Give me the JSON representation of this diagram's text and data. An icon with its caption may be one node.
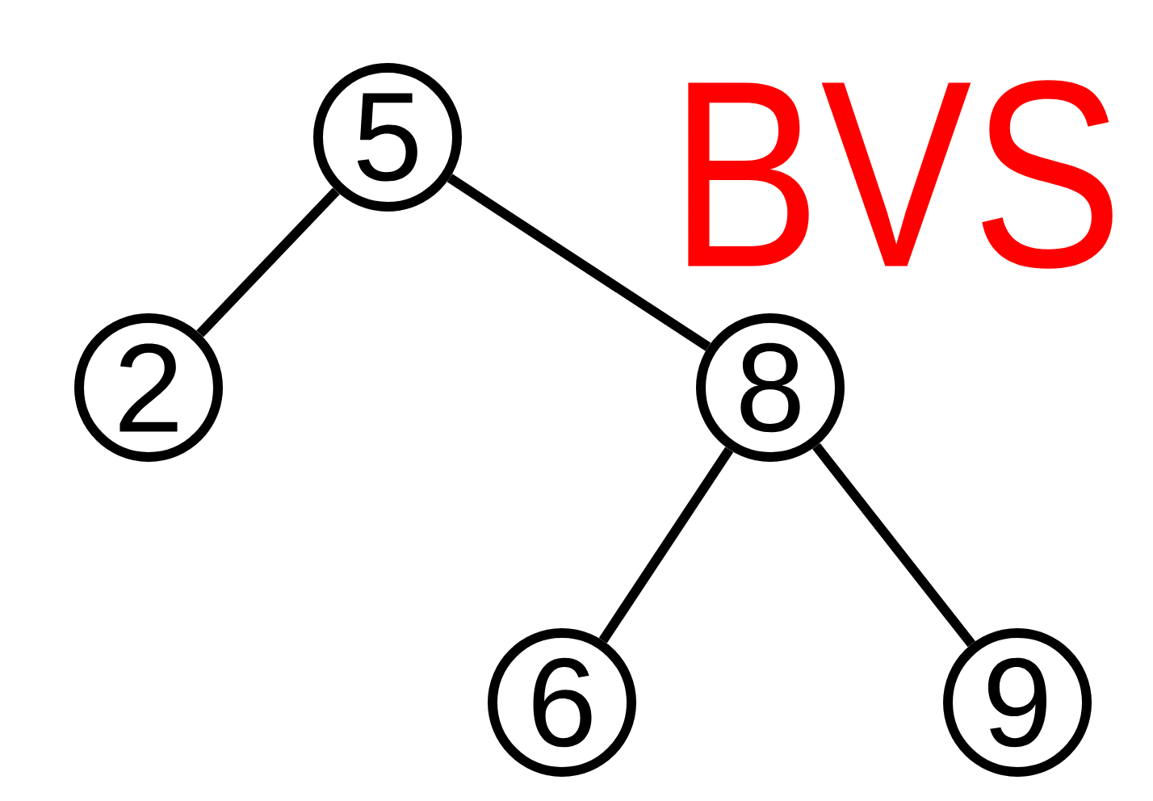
{
  "diagram": {
    "nodes": [
      {
        "text": [
          "5"
        ]
      },
      {
        "text": [
          "2"
        ]
      },
      {
        "text": [
          "8"
        ]
      },
      {
        "text": [
          "6"
        ]
      },
      {
        "text": [
          "9"
        ]
      }
    ],
    "edges": [
      {
        "from": 0,
        "to": 1,
        "arrow": "none"
      },
      {
        "from": 0,
        "to": 2,
        "arrow": "none"
      },
      {
        "from": 2,
        "to": 3,
        "arrow": "none"
      },
      {
        "from": 2,
        "to": 4,
        "arrow": "none"
      }
    ],
    "labels": [
      "BVS"
    ]
  }
}
